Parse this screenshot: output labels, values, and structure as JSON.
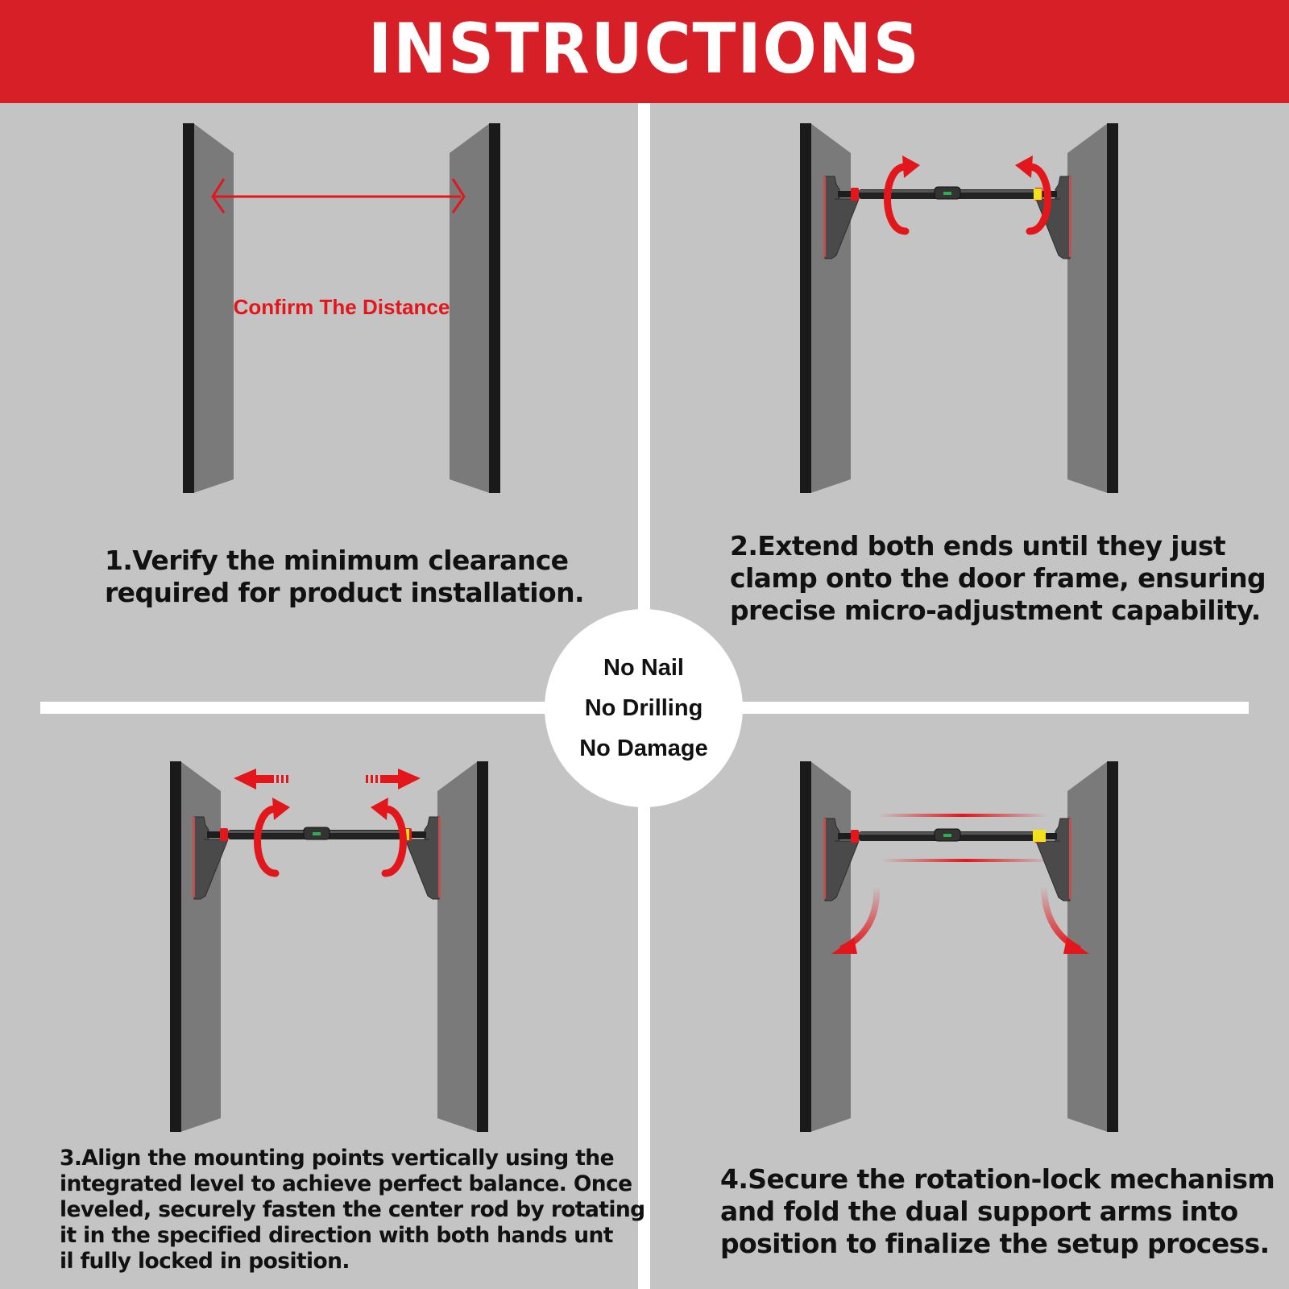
{
  "header": {
    "title": "INSTRUCTIONS",
    "background_color": "#d61f26",
    "text_color": "#ffffff"
  },
  "badge": {
    "lines": [
      "No Nail",
      "No Drilling",
      "No Damage"
    ]
  },
  "colors": {
    "background": "#c4c4c4",
    "door_face": "#7a7a7a",
    "door_edge": "#1a1a1a",
    "accent_red": "#e3161b",
    "level_yellow": "#f2e21c",
    "divider": "#ffffff"
  },
  "steps": [
    {
      "number": "1",
      "illustration_label": "Confirm The Distance",
      "icons": [
        "double-headed-arrow-icon"
      ],
      "lines": [
        "1.Verify the minimum clearance",
        "required for product installation."
      ]
    },
    {
      "number": "2",
      "icons": [
        "rotate-clockwise-icon",
        "rotate-counterclockwise-icon"
      ],
      "lines": [
        "2.Extend both ends until they just",
        "clamp onto the door frame, ensuring",
        "precise micro-adjustment capability."
      ]
    },
    {
      "number": "3",
      "icons": [
        "arrow-left-icon",
        "arrow-right-icon",
        "rotate-clockwise-icon",
        "rotate-counterclockwise-icon"
      ],
      "lines": [
        "3.Align the mounting points vertically using the",
        "integrated level to achieve perfect balance. Once",
        "leveled, securely fasten the center rod by rotating",
        "it in the specified direction with both hands unt",
        "il fully locked in position."
      ]
    },
    {
      "number": "4",
      "icons": [
        "fold-down-left-icon",
        "fold-down-right-icon"
      ],
      "lines": [
        "4.Secure the rotation-lock mechanism",
        "and fold the dual support arms into",
        "position to finalize the setup process."
      ]
    }
  ]
}
